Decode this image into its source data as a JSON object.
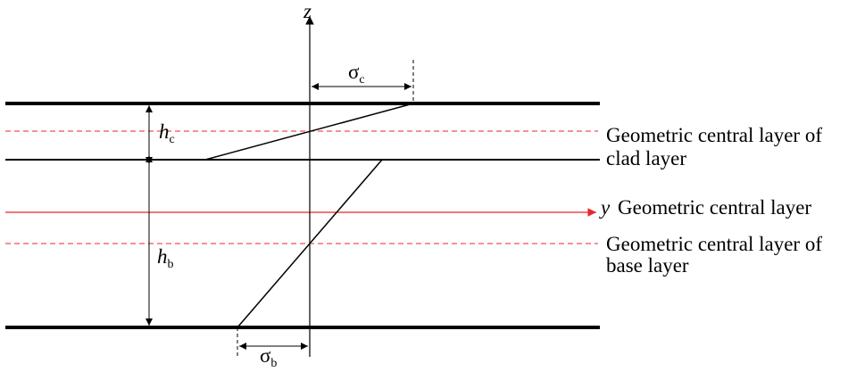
{
  "axes": {
    "z": "z",
    "y": "y"
  },
  "dimensions": {
    "sigma_c": {
      "symbol": "σ",
      "subscript": "c"
    },
    "sigma_b": {
      "symbol": "σ",
      "subscript": "b"
    },
    "h_c": {
      "symbol": "h",
      "subscript": "c"
    },
    "h_b": {
      "symbol": "h",
      "subscript": "b"
    }
  },
  "labels": {
    "clad_line1": "Geometric central layer of",
    "clad_line2": "clad layer",
    "central": "Geometric central layer",
    "base_line1": "Geometric central layer of",
    "base_line2": "base layer"
  },
  "colors": {
    "lines": "#000000",
    "central_axis": "#e8262b",
    "dashed_center": "#e8262b"
  }
}
